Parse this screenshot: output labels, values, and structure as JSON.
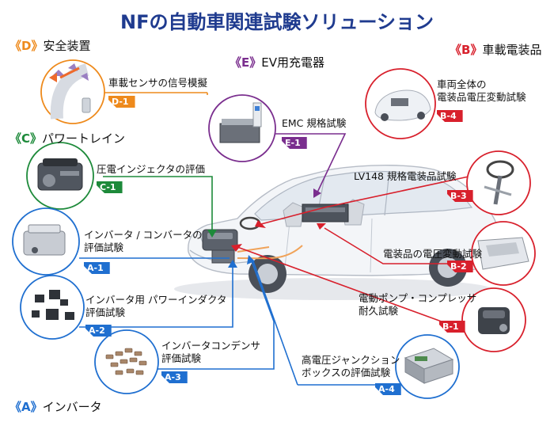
{
  "title": "NFの自動車関連試験ソリューション",
  "categories": {
    "D": {
      "bracket_open": "《",
      "letter": "D",
      "bracket_close": "》",
      "name": "安全装置",
      "color": "#ee8a1c"
    },
    "E": {
      "bracket_open": "《",
      "letter": "E",
      "bracket_close": "》",
      "name": "EV用充電器",
      "color": "#7a2e8e"
    },
    "B": {
      "bracket_open": "《",
      "letter": "B",
      "bracket_close": "》",
      "name": "車載電装品",
      "color": "#d8202c"
    },
    "C": {
      "bracket_open": "《",
      "letter": "C",
      "bracket_close": "》",
      "name": "パワートレイン",
      "color": "#1d8a3a"
    },
    "A": {
      "bracket_open": "《",
      "letter": "A",
      "bracket_close": "》",
      "name": "インバータ",
      "color": "#1f6fd0"
    }
  },
  "items": {
    "D1": {
      "label_line1": "車載センサの信号模擬",
      "label_line2": "",
      "tag": "D-1"
    },
    "E1": {
      "label_line1": "EMC 規格試験",
      "label_line2": "",
      "tag": "E-1"
    },
    "B4": {
      "label_line1": "車両全体の",
      "label_line2": "電装品電圧変動試験",
      "tag": "B-4"
    },
    "C1": {
      "label_line1": "圧電インジェクタの評価",
      "label_line2": "",
      "tag": "C-1"
    },
    "B3": {
      "label_line1": "LV148 規格電装品試験",
      "label_line2": "",
      "tag": "B-3"
    },
    "A1": {
      "label_line1": "インバータ / コンバータの",
      "label_line2": "評価試験",
      "tag": "A-1"
    },
    "B2": {
      "label_line1": "電装品の電圧変動試験",
      "label_line2": "",
      "tag": "B-2"
    },
    "A2": {
      "label_line1": "インバータ用 パワーインダクタ",
      "label_line2": "評価試験",
      "tag": "A-2"
    },
    "B1": {
      "label_line1": "電動ポンプ・コンプレッサ",
      "label_line2": "耐久試験",
      "tag": "B-1"
    },
    "A3": {
      "label_line1": "インバータコンデンサ",
      "label_line2": "評価試験",
      "tag": "A-3"
    },
    "A4": {
      "label_line1": "高電圧ジャンクション",
      "label_line2": "ボックスの評価試験",
      "tag": "A-4"
    }
  }
}
